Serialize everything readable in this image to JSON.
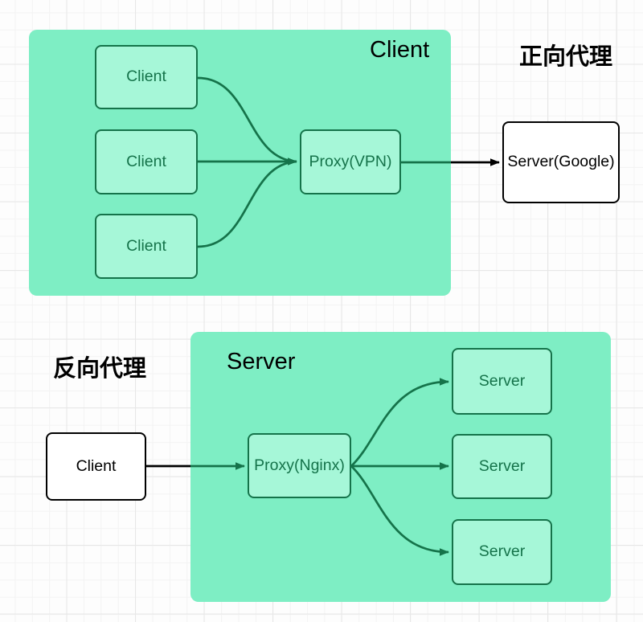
{
  "forward_proxy": {
    "group_label": "Client",
    "section_label": "正向代理",
    "client_nodes": [
      "Client",
      "Client",
      "Client"
    ],
    "proxy_node": "Proxy(VPN)",
    "server_node": "Server(Google)"
  },
  "reverse_proxy": {
    "group_label": "Server",
    "section_label": "反向代理",
    "client_node": "Client",
    "proxy_node": "Proxy(Nginx)",
    "server_nodes": [
      "Server",
      "Server",
      "Server"
    ]
  },
  "colors": {
    "group_fill": "#7eeec4",
    "node_fill": "#a6f7d8",
    "diagram_green": "#15734a",
    "plain_black": "#000000",
    "grid_line": "#e7e7e7"
  }
}
